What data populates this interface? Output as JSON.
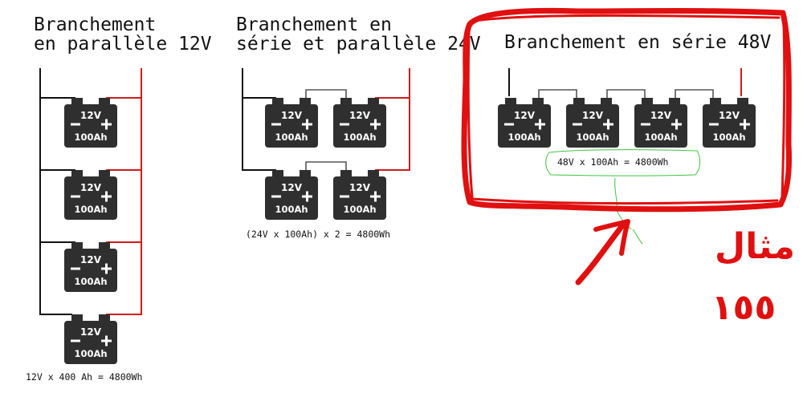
{
  "panels": [
    {
      "id": "parallel-12v",
      "title_lines": [
        "Branchement",
        "en parallèle 12V"
      ],
      "caption": "12V x 400 Ah = 4800Wh"
    },
    {
      "id": "series-parallel-24v",
      "title_lines": [
        "Branchement en",
        "série et parallèle 24V"
      ],
      "caption": "(24V x 100Ah) x 2 = 4800Wh"
    },
    {
      "id": "series-48v",
      "title_lines": [
        "Branchement en série 48V"
      ],
      "caption": "48V x 100Ah = 4800Wh"
    }
  ],
  "battery": {
    "voltage": "12V",
    "capacity": "100Ah"
  },
  "annotation": {
    "arabic_text": "مثال ١٥٥",
    "lines": [
      "مثال",
      "١٥٥"
    ]
  },
  "colors": {
    "wire_positive": "#d11a1a",
    "wire_negative": "#111111",
    "link_wire": "#555555",
    "battery": "#2f2f2f",
    "annotation": "#e01010",
    "note_outline": "#3ec43e"
  }
}
